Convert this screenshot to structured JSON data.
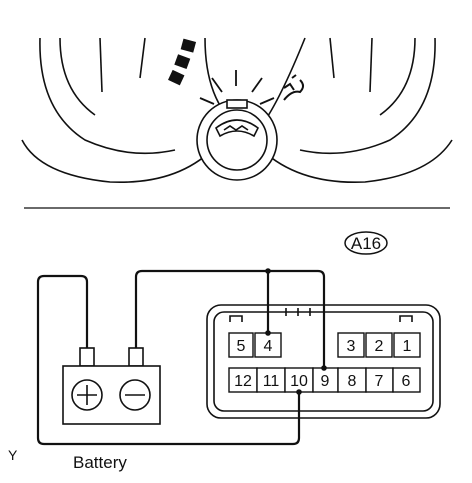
{
  "connector": {
    "id": "A16",
    "pins_top": [
      "5",
      "4",
      "3",
      "2",
      "1"
    ],
    "pins_bottom": [
      "12",
      "11",
      "10",
      "9",
      "8",
      "7",
      "6"
    ]
  },
  "battery": {
    "label": "Battery",
    "positive_symbol": "+",
    "negative_symbol": "−"
  },
  "corner_mark": "Y"
}
